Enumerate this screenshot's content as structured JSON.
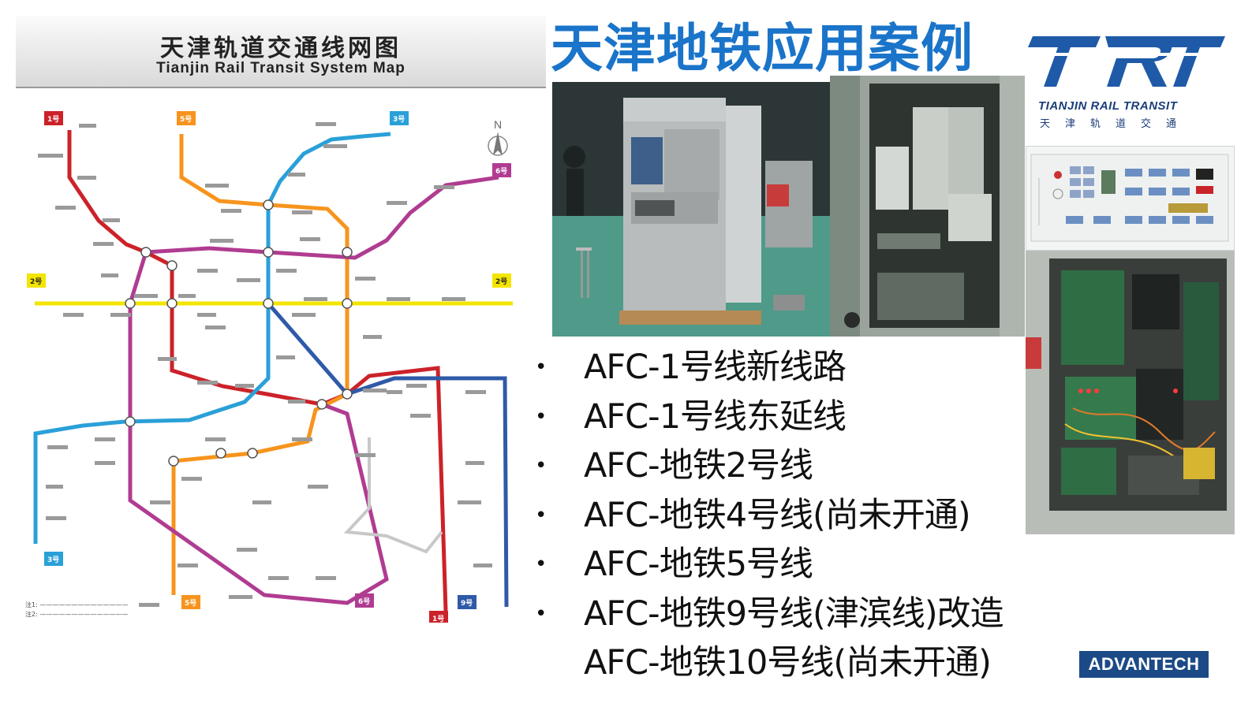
{
  "slide": {
    "title": "天津地铁应用案例",
    "bullets": [
      {
        "marker": "•",
        "text": "AFC-1号线新线路"
      },
      {
        "marker": "•",
        "text": "AFC-1号线东延线"
      },
      {
        "marker": "•",
        "text": "AFC-地铁2号线"
      },
      {
        "marker": "•",
        "text": "AFC-地铁4号线(尚未开通)"
      },
      {
        "marker": "•",
        "text": "AFC-地铁5号线"
      },
      {
        "marker": "•",
        "text": "AFC-地铁9号线(津滨线)改造"
      },
      {
        "marker": "",
        "text": "AFC-地铁10号线(尚未开通)"
      }
    ]
  },
  "map": {
    "title_cn": "天津轨道交通线网图",
    "title_en": "Tianjin Rail Transit System Map",
    "compass": "N",
    "lines": [
      {
        "id": "1",
        "badge": "1号线",
        "color": "#cc2229"
      },
      {
        "id": "2",
        "badge": "2号线",
        "color": "#f4e500"
      },
      {
        "id": "3",
        "badge": "3号线",
        "color": "#2aa0d8"
      },
      {
        "id": "5",
        "badge": "5号线",
        "color": "#f7941d"
      },
      {
        "id": "6",
        "badge": "6号线",
        "color": "#b03c91"
      },
      {
        "id": "9",
        "badge": "9号线",
        "color": "#2f5aa8"
      }
    ]
  },
  "logo": {
    "letters": "TRT",
    "text_en": "TIANJIN RAIL TRANSIT",
    "text_cn": "天津轨道交通",
    "color": "#1e5aa8"
  },
  "brand": {
    "advantech": "ADVANTECH"
  },
  "colors": {
    "title_blue": "#1a74c9",
    "advantech_blue": "#1c4a86"
  }
}
